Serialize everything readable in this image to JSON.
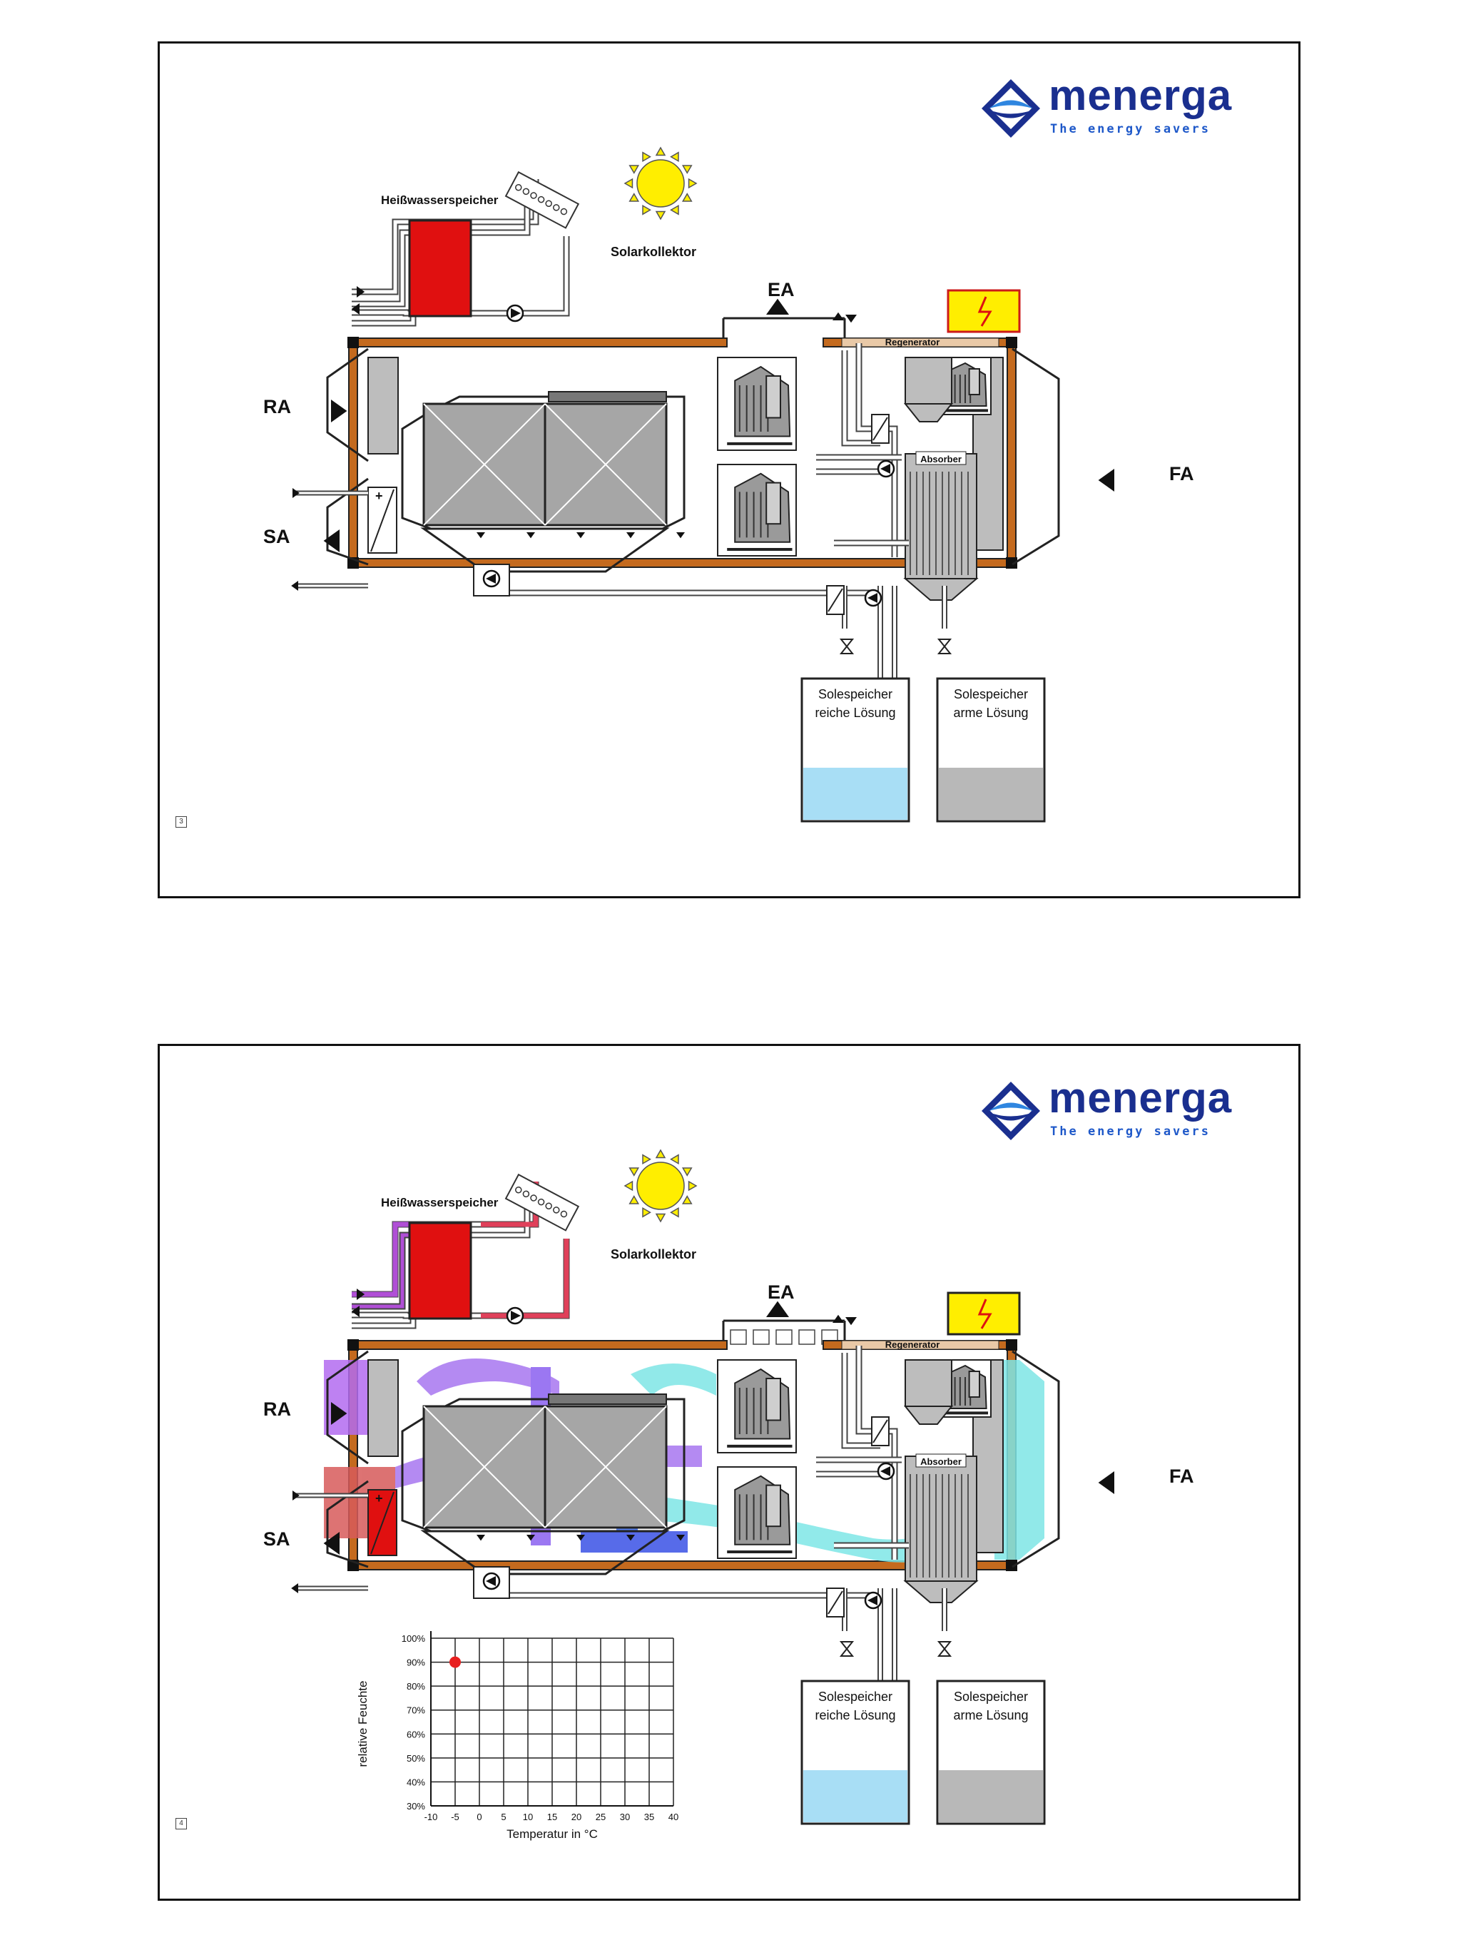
{
  "logo": {
    "word": "menerga",
    "tagline": "The energy savers"
  },
  "labels": {
    "hot_water_tank": "Heißwasserspeicher",
    "solar_collector": "Solarkollektor",
    "ea": "EA",
    "ra": "RA",
    "sa": "SA",
    "fa": "FA",
    "regenerator": "Regenerator",
    "absorber": "Absorber",
    "brine_rich_line1": "Solespeicher",
    "brine_rich_line2": "reiche Lösung",
    "brine_poor_line1": "Solespeicher",
    "brine_poor_line2": "arme Lösung"
  },
  "slides": [
    {
      "page": "3"
    },
    {
      "page": "4"
    }
  ],
  "colors": {
    "housing": "#c46a1e",
    "heater": "#e01010",
    "sun": "#ffee00",
    "electric_box": "#ffee00",
    "rich_solution": "#a8def5",
    "poor_solution": "#b8b8b8",
    "exchanger": "#a6a6a6",
    "exhaust_flow": "#b36bf0",
    "supply_flow": "#d75a5a",
    "outdoor_flow": "#7ee6e6",
    "cold_flow": "#3a52e6"
  },
  "chart_data": {
    "type": "scatter",
    "xlabel": "Temperatur in °C",
    "ylabel": "relative Feuchte",
    "x_ticks": [
      "-10",
      "-5",
      "0",
      "5",
      "10",
      "15",
      "20",
      "25",
      "30",
      "35",
      "40"
    ],
    "y_ticks": [
      "100%",
      "90%",
      "80%",
      "70%",
      "60%",
      "50%",
      "40%",
      "30%"
    ],
    "xlim": [
      -10,
      40
    ],
    "ylim": [
      30,
      100
    ],
    "grid": true,
    "points": [
      {
        "x": -5,
        "y": 90
      }
    ]
  }
}
